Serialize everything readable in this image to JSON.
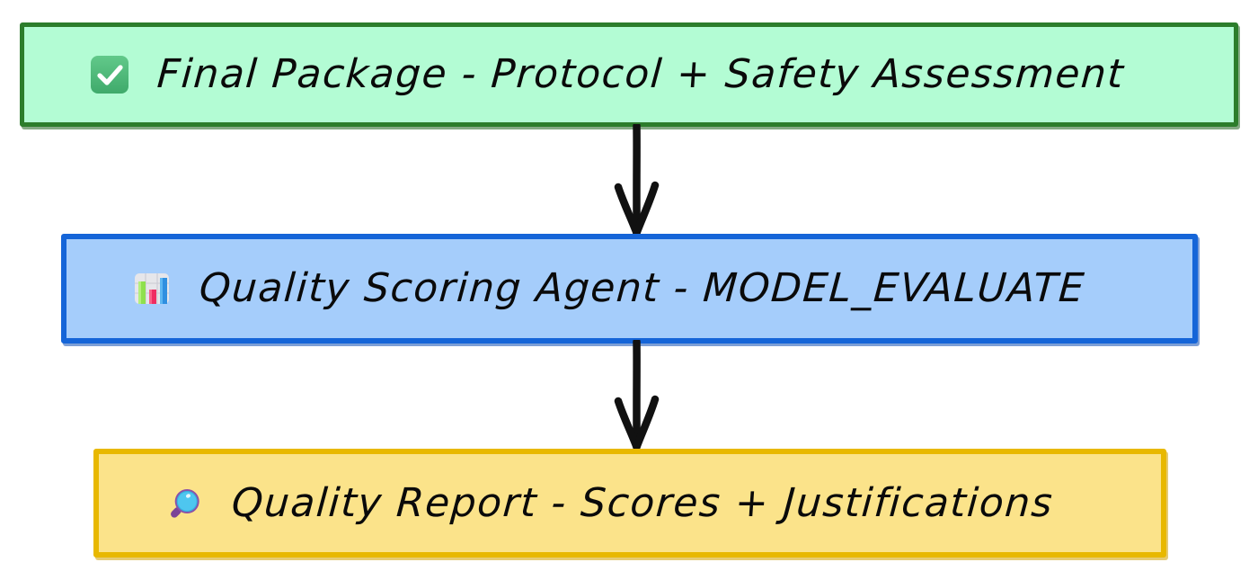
{
  "diagram": {
    "type": "flowchart",
    "direction": "top-to-bottom",
    "background_color": "#ffffff",
    "nodes": [
      {
        "id": "final-package",
        "icon": "white-heavy-check-mark-icon",
        "label": "Final Package - Protocol + Safety Assessment",
        "fill_color": "#b3fcd4",
        "border_color": "#2c7d2c"
      },
      {
        "id": "quality-scoring-agent",
        "icon": "bar-chart-icon",
        "label": "Quality Scoring Agent - MODEL_EVALUATE",
        "fill_color": "#a5cdfb",
        "border_color": "#1565d8"
      },
      {
        "id": "quality-report",
        "icon": "magnifying-glass-icon",
        "label": "Quality Report - Scores + Justifications",
        "fill_color": "#fbe38a",
        "border_color": "#e8b800"
      }
    ],
    "edges": [
      {
        "id": "edge-1",
        "from": "final-package",
        "to": "quality-scoring-agent",
        "style": "solid-arrow",
        "color": "#111111"
      },
      {
        "id": "edge-2",
        "from": "quality-scoring-agent",
        "to": "quality-report",
        "style": "solid-arrow",
        "color": "#111111"
      }
    ]
  }
}
